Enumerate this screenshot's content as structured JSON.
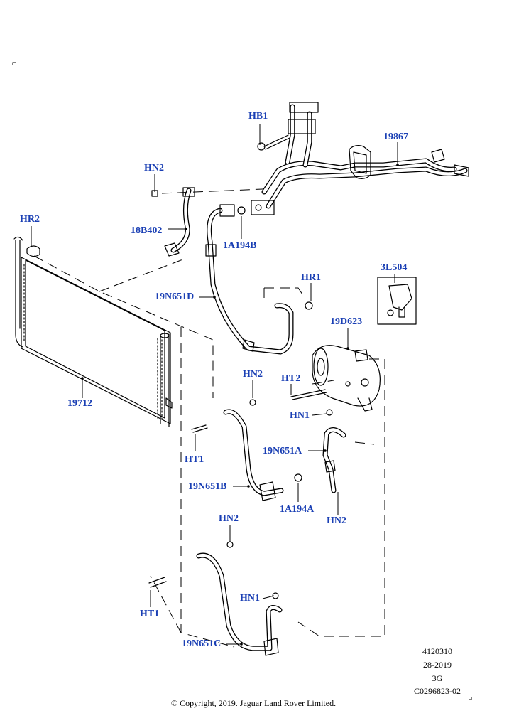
{
  "diagram": {
    "callouts": [
      {
        "id": "HB1",
        "text": "HB1"
      },
      {
        "id": "19867",
        "text": "19867"
      },
      {
        "id": "HN2-top",
        "text": "HN2"
      },
      {
        "id": "18B402",
        "text": "18B402"
      },
      {
        "id": "HR2",
        "text": "HR2"
      },
      {
        "id": "1A194B",
        "text": "1A194B"
      },
      {
        "id": "3L504",
        "text": "3L504"
      },
      {
        "id": "HR1",
        "text": "HR1"
      },
      {
        "id": "19N651D",
        "text": "19N651D"
      },
      {
        "id": "19D623",
        "text": "19D623"
      },
      {
        "id": "HN2-mid",
        "text": "HN2"
      },
      {
        "id": "HT2",
        "text": "HT2"
      },
      {
        "id": "19712",
        "text": "19712"
      },
      {
        "id": "HN1-mid",
        "text": "HN1"
      },
      {
        "id": "19N651A",
        "text": "19N651A"
      },
      {
        "id": "HT1-mid",
        "text": "HT1"
      },
      {
        "id": "19N651B",
        "text": "19N651B"
      },
      {
        "id": "1A194A",
        "text": "1A194A"
      },
      {
        "id": "HN2-low",
        "text": "HN2"
      },
      {
        "id": "HN2-bottom",
        "text": "HN2"
      },
      {
        "id": "HN1-bottom",
        "text": "HN1"
      },
      {
        "id": "HT1-bottom",
        "text": "HT1"
      },
      {
        "id": "19N651C",
        "text": "19N651C"
      }
    ],
    "info_block": {
      "line1": "4120310",
      "line2": "28-2019",
      "line3": "3G",
      "line4": "C0296823-02"
    },
    "copyright": "© Copyright, 2019. Jaguar Land Rover Limited.",
    "label_color": "#1a3fb4"
  }
}
